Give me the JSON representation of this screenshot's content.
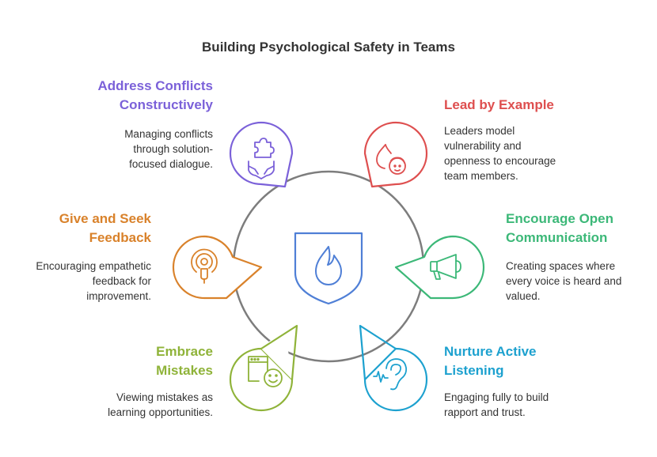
{
  "title": "Building Psychological Safety in Teams",
  "colors": {
    "purple": "#7b61d9",
    "red": "#de4f4f",
    "green": "#3cb878",
    "orange": "#d9822b",
    "lime": "#8fb339",
    "blue": "#1da1cf",
    "center": "#4f7fd6",
    "ring": "#7d7d7d",
    "text": "#333333"
  },
  "center": {
    "icon": "flame-shield-icon"
  },
  "items": [
    {
      "key": "address",
      "heading_lines": [
        "Address Conflicts",
        "Constructively"
      ],
      "desc_lines": [
        "Managing conflicts",
        "through solution-",
        "focused dialogue."
      ],
      "color": "purple",
      "icon": "puzzle-hands-icon"
    },
    {
      "key": "lead",
      "heading_lines": [
        "Lead by Example"
      ],
      "desc_lines": [
        "Leaders model",
        "vulnerability and",
        "openness to encourage",
        "team members."
      ],
      "color": "red",
      "icon": "flame-face-icon"
    },
    {
      "key": "give",
      "heading_lines": [
        "Give and Seek",
        "Feedback"
      ],
      "desc_lines": [
        "Encouraging empathetic",
        "feedback for",
        "improvement."
      ],
      "color": "orange",
      "icon": "podcast-icon"
    },
    {
      "key": "encourage",
      "heading_lines": [
        "Encourage Open",
        "Communication"
      ],
      "desc_lines": [
        "Creating spaces where",
        "every voice is heard and",
        "valued."
      ],
      "color": "green",
      "icon": "megaphone-icon"
    },
    {
      "key": "embrace",
      "heading_lines": [
        "Embrace",
        "Mistakes"
      ],
      "desc_lines": [
        "Viewing mistakes as",
        "learning opportunities."
      ],
      "color": "lime",
      "icon": "browser-smiley-icon"
    },
    {
      "key": "nurture",
      "heading_lines": [
        "Nurture Active",
        "Listening"
      ],
      "desc_lines": [
        "Engaging fully to build",
        "rapport and trust."
      ],
      "color": "blue",
      "icon": "ear-listening-icon"
    }
  ]
}
